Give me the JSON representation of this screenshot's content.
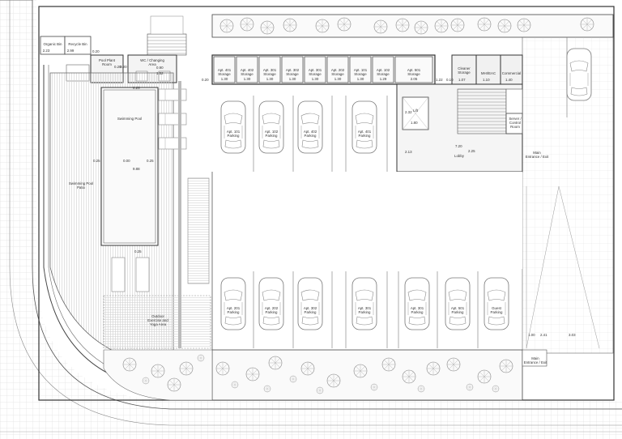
{
  "bins": {
    "organic": "Organic Bin",
    "recycle": "Recycle Bin",
    "organic_dim": "2.23",
    "recycle_dim": "2.99"
  },
  "rooms": {
    "pool_plant": "Pool Plant\nRoom",
    "wc_changing": "WC / Changing\nArea",
    "swimming_pool": "Swimming Pool",
    "pool_patio": "Swimming Pool\nPatio",
    "outdoor_exercise": "Outdoor\nExercise and\nYoga Area",
    "lift": "Lift",
    "lobby": "Lobby",
    "server_room": "Server /\nControl\nRoom",
    "cleaner_storage": "Cleaner\nStorage",
    "mhi_eac": "MHI/EAC",
    "commercial": "Commercial",
    "main_entrance_1": "Main\nEntrance / Exit",
    "main_entrance_2": "Main\nEntrance / Exit"
  },
  "storages": [
    {
      "label": "Apt. 401\nStorage",
      "dim": "1.30"
    },
    {
      "label": "Apt. 402\nStorage",
      "dim": "1.30"
    },
    {
      "label": "Apt. 301\nStorage",
      "dim": "1.30"
    },
    {
      "label": "Apt. 302\nStorage",
      "dim": "1.30"
    },
    {
      "label": "Apt. 301\nStorage",
      "dim": "1.30"
    },
    {
      "label": "Apt. 202\nStorage",
      "dim": "1.30"
    },
    {
      "label": "Apt. 101\nStorage",
      "dim": "1.30"
    },
    {
      "label": "Apt. 102\nStorage",
      "dim": "1.29"
    },
    {
      "label": "Apt. 501\nStorage",
      "dim": "2.05"
    }
  ],
  "parking_top": [
    "Apt. 101\nParking",
    "Apt. 102\nParking",
    "Apt. 402\nParking",
    "Apt. 401\nParking"
  ],
  "parking_bottom": [
    "Apt. 201\nParking",
    "Apt. 202\nParking",
    "Apt. 302\nParking",
    "Apt. 301\nParking",
    "Apt. 301\nParking",
    "Apt. 501\nParking",
    "Guest\nParking"
  ],
  "dims": {
    "d020a": "0.20",
    "d020b": "0.20",
    "d020c": "0.20",
    "d020d": "0.20",
    "d025a": "0.25",
    "d025b": "0.25",
    "d025c": "0.25",
    "d025d": "0.25",
    "d000": "0.00",
    "d988": "9.88",
    "d152": "1.52",
    "d090": "0.90",
    "d010": "0.10",
    "d122": "1.22",
    "d107": "1.07",
    "d110": "1.10",
    "d140": "1.40",
    "d232": "2.32",
    "d180": "1.80",
    "d213": "2.13",
    "d720": "7.20",
    "d225": "2.25",
    "d100": "1.00",
    "d241": "2.41",
    "d303": "3.03"
  }
}
